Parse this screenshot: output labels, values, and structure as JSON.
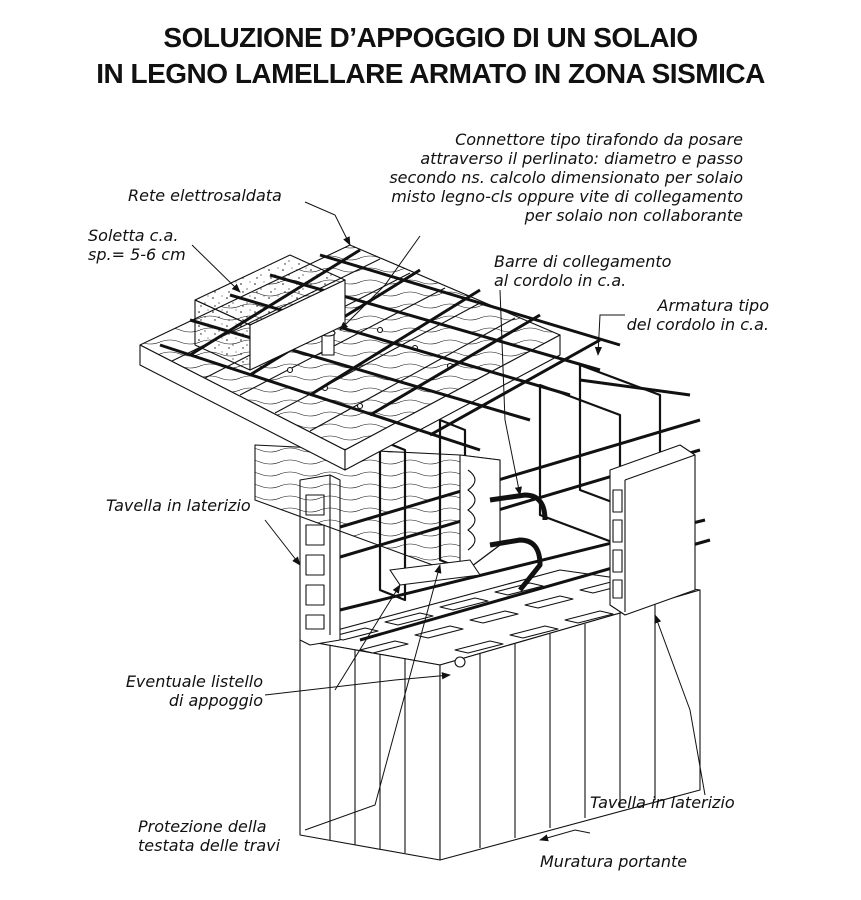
{
  "title": {
    "line1": "SOLUZIONE D’APPOGGIO DI UN SOLAIO",
    "line2": "IN LEGNO LAMELLARE ARMATO IN ZONA SISMICA"
  },
  "labels": {
    "connettore": [
      "Connettore tipo tirafondo da posare",
      "attraverso il perlinato: diametro e passo",
      "secondo ns. calcolo dimensionato per solaio",
      "misto legno-cls oppure vite di collegamento",
      "per solaio non collaborante"
    ],
    "rete": [
      "Rete elettrosaldata"
    ],
    "soletta": [
      "Soletta c.a.",
      "sp.= 5-6 cm"
    ],
    "barre": [
      "Barre di collegamento",
      "al cordolo in c.a."
    ],
    "armatura": [
      "Armatura tipo",
      "del cordolo in c.a."
    ],
    "tavella_left": [
      "Tavella in laterizio"
    ],
    "listello": [
      "Eventuale listello",
      "di appoggio"
    ],
    "protezione": [
      "Protezione della",
      "testata delle travi"
    ],
    "tavella_right": [
      "Tavella in laterizio"
    ],
    "muratura": [
      "Muratura portante"
    ]
  },
  "colors": {
    "line": "#111111",
    "fill": "#ffffff",
    "concrete": "#f4f4f4"
  }
}
